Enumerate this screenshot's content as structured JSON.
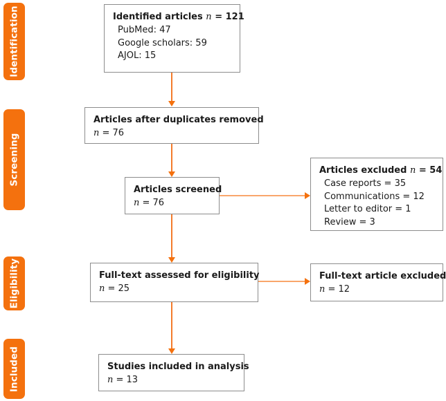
{
  "diagram": {
    "type": "prisma-flow-diagram",
    "accent_color": "#F4710E",
    "connector_color": "#F9A66B",
    "box_border_color": "#8c8c8c",
    "background": "#ffffff"
  },
  "stages": [
    {
      "id": "identification",
      "label": "Identification"
    },
    {
      "id": "screening",
      "label": "Screening"
    },
    {
      "id": "eligibility",
      "label": "Eligibility"
    },
    {
      "id": "included",
      "label": "Included"
    }
  ],
  "boxes": {
    "identified": {
      "title": "Identified articles",
      "n_symbol": "n",
      "n_equals": "= 121",
      "sources": [
        "PubMed: 47",
        "Google scholars: 59",
        "AJOL: 15"
      ]
    },
    "after_duplicates": {
      "title": "Articles after duplicates removed",
      "n_symbol": "n",
      "n_equals": "= 76"
    },
    "screened": {
      "title": "Articles screened",
      "n_symbol": "n",
      "n_equals": "= 76"
    },
    "excluded": {
      "title": "Articles excluded",
      "n_symbol": "n",
      "n_equals": "= 54",
      "reasons": [
        "Case reports = 35",
        "Communications = 12",
        "Letter to editor = 1",
        "Review = 3"
      ]
    },
    "fulltext_assessed": {
      "title": "Full-text assessed for eligibility",
      "n_symbol": "n",
      "n_equals": "= 25"
    },
    "fulltext_excluded": {
      "title": "Full-text article excluded",
      "n_symbol": "n",
      "n_equals": "= 12"
    },
    "included_studies": {
      "title": "Studies included in analysis",
      "n_symbol": "n",
      "n_equals": "= 13"
    }
  },
  "chart_data": {
    "type": "diagram",
    "title": "PRISMA flow diagram",
    "nodes": [
      {
        "id": "identified",
        "stage": "Identification",
        "label": "Identified articles",
        "n": 121,
        "breakdown": {
          "PubMed": 47,
          "Google scholars": 59,
          "AJOL": 15
        }
      },
      {
        "id": "after_duplicates",
        "stage": "Screening",
        "label": "Articles after duplicates removed",
        "n": 76
      },
      {
        "id": "screened",
        "stage": "Screening",
        "label": "Articles screened",
        "n": 76
      },
      {
        "id": "excluded",
        "stage": "Screening",
        "label": "Articles excluded",
        "n": 54,
        "breakdown": {
          "Case reports": 35,
          "Communications": 12,
          "Letter to editor": 1,
          "Review": 3
        }
      },
      {
        "id": "fulltext_assessed",
        "stage": "Eligibility",
        "label": "Full-text assessed for eligibility",
        "n": 25
      },
      {
        "id": "fulltext_excluded",
        "stage": "Eligibility",
        "label": "Full-text article excluded",
        "n": 12
      },
      {
        "id": "included_studies",
        "stage": "Included",
        "label": "Studies included in analysis",
        "n": 13
      }
    ],
    "edges": [
      {
        "from": "identified",
        "to": "after_duplicates",
        "direction": "down"
      },
      {
        "from": "after_duplicates",
        "to": "screened",
        "direction": "down"
      },
      {
        "from": "screened",
        "to": "excluded",
        "direction": "right"
      },
      {
        "from": "screened",
        "to": "fulltext_assessed",
        "direction": "down"
      },
      {
        "from": "fulltext_assessed",
        "to": "fulltext_excluded",
        "direction": "right"
      },
      {
        "from": "fulltext_assessed",
        "to": "included_studies",
        "direction": "down"
      }
    ]
  }
}
